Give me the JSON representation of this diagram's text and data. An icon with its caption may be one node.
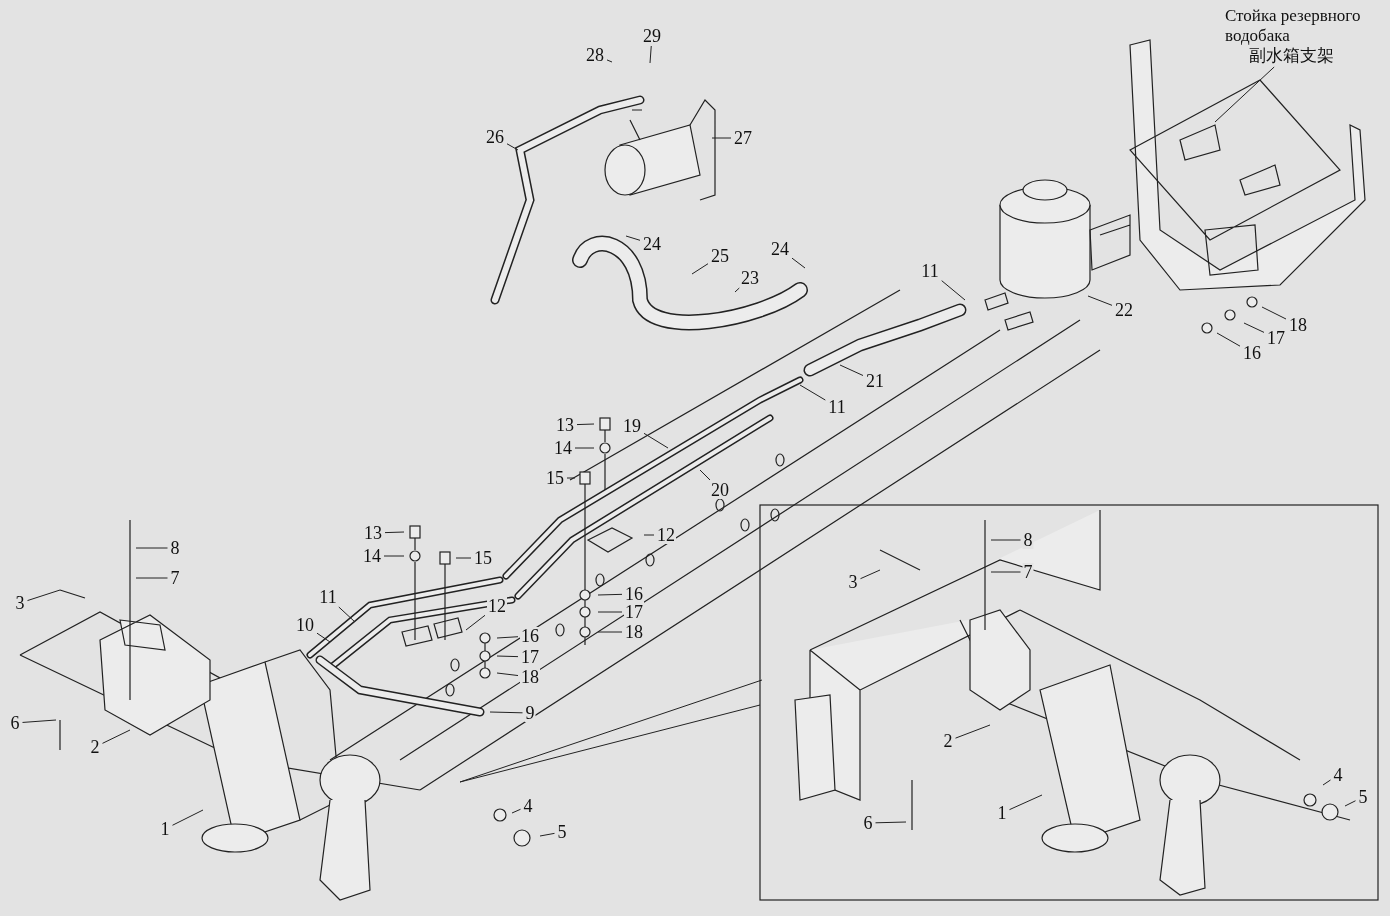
{
  "diagram": {
    "nodes": [
      {
        "text": [
          "Стойка резервного водобака",
          "副水箱支架"
        ]
      },
      {
        "text": [
          "29"
        ]
      },
      {
        "text": [
          "28"
        ]
      },
      {
        "text": [
          "26"
        ]
      },
      {
        "text": [
          "27"
        ]
      },
      {
        "text": [
          "24"
        ]
      },
      {
        "text": [
          "25"
        ]
      },
      {
        "text": [
          "24"
        ]
      },
      {
        "text": [
          "23"
        ]
      },
      {
        "text": [
          "11"
        ]
      },
      {
        "text": [
          "22"
        ]
      },
      {
        "text": [
          "18"
        ]
      },
      {
        "text": [
          "17"
        ]
      },
      {
        "text": [
          "16"
        ]
      },
      {
        "text": [
          "21"
        ]
      },
      {
        "text": [
          "11"
        ]
      },
      {
        "text": [
          "13"
        ]
      },
      {
        "text": [
          "19"
        ]
      },
      {
        "text": [
          "14"
        ]
      },
      {
        "text": [
          "15"
        ]
      },
      {
        "text": [
          "20"
        ]
      },
      {
        "text": [
          "12"
        ]
      },
      {
        "text": [
          "13"
        ]
      },
      {
        "text": [
          "14"
        ]
      },
      {
        "text": [
          "15"
        ]
      },
      {
        "text": [
          "16"
        ]
      },
      {
        "text": [
          "17"
        ]
      },
      {
        "text": [
          "18"
        ]
      },
      {
        "text": [
          "11"
        ]
      },
      {
        "text": [
          "12"
        ]
      },
      {
        "text": [
          "10"
        ]
      },
      {
        "text": [
          "16"
        ]
      },
      {
        "text": [
          "17"
        ]
      },
      {
        "text": [
          "18"
        ]
      },
      {
        "text": [
          "9"
        ]
      },
      {
        "text": [
          "8"
        ]
      },
      {
        "text": [
          "7"
        ]
      },
      {
        "text": [
          "3"
        ]
      },
      {
        "text": [
          "6"
        ]
      },
      {
        "text": [
          "2"
        ]
      },
      {
        "text": [
          "1"
        ]
      },
      {
        "text": [
          "4"
        ]
      },
      {
        "text": [
          "5"
        ]
      },
      {
        "text": [
          "8"
        ]
      },
      {
        "text": [
          "7"
        ]
      },
      {
        "text": [
          "3"
        ]
      },
      {
        "text": [
          "2"
        ]
      },
      {
        "text": [
          "6"
        ]
      },
      {
        "text": [
          "1"
        ]
      },
      {
        "text": [
          "4"
        ]
      },
      {
        "text": [
          "5"
        ]
      }
    ],
    "edges": [
      {
        "from": 0,
        "to": null,
        "arrow": "none"
      },
      {
        "from": 1,
        "to": null,
        "arrow": "none"
      },
      {
        "from": 2,
        "to": null,
        "arrow": "none"
      },
      {
        "from": 3,
        "to": null,
        "arrow": "none"
      },
      {
        "from": 4,
        "to": null,
        "arrow": "none"
      },
      {
        "from": 5,
        "to": null,
        "arrow": "none"
      },
      {
        "from": 6,
        "to": null,
        "arrow": "none"
      },
      {
        "from": 7,
        "to": null,
        "arrow": "none"
      },
      {
        "from": 8,
        "to": null,
        "arrow": "none"
      },
      {
        "from": 9,
        "to": null,
        "arrow": "none"
      },
      {
        "from": 10,
        "to": null,
        "arrow": "none"
      },
      {
        "from": 11,
        "to": null,
        "arrow": "none"
      },
      {
        "from": 12,
        "to": null,
        "arrow": "none"
      },
      {
        "from": 13,
        "to": null,
        "arrow": "none"
      },
      {
        "from": 14,
        "to": null,
        "arrow": "none"
      },
      {
        "from": 15,
        "to": null,
        "arrow": "none"
      },
      {
        "from": 16,
        "to": null,
        "arrow": "none"
      },
      {
        "from": 17,
        "to": null,
        "arrow": "none"
      },
      {
        "from": 18,
        "to": null,
        "arrow": "none"
      },
      {
        "from": 19,
        "to": null,
        "arrow": "none"
      },
      {
        "from": 20,
        "to": null,
        "arrow": "none"
      },
      {
        "from": 21,
        "to": null,
        "arrow": "none"
      },
      {
        "from": 22,
        "to": null,
        "arrow": "none"
      },
      {
        "from": 23,
        "to": null,
        "arrow": "none"
      },
      {
        "from": 24,
        "to": null,
        "arrow": "none"
      },
      {
        "from": 25,
        "to": null,
        "arrow": "none"
      },
      {
        "from": 26,
        "to": null,
        "arrow": "none"
      },
      {
        "from": 27,
        "to": null,
        "arrow": "none"
      },
      {
        "from": 28,
        "to": null,
        "arrow": "none"
      },
      {
        "from": 29,
        "to": null,
        "arrow": "none"
      },
      {
        "from": 30,
        "to": null,
        "arrow": "none"
      },
      {
        "from": 31,
        "to": null,
        "arrow": "none"
      },
      {
        "from": 32,
        "to": null,
        "arrow": "none"
      },
      {
        "from": 33,
        "to": null,
        "arrow": "none"
      },
      {
        "from": 34,
        "to": null,
        "arrow": "none"
      },
      {
        "from": 35,
        "to": null,
        "arrow": "none"
      },
      {
        "from": 36,
        "to": null,
        "arrow": "none"
      },
      {
        "from": 37,
        "to": null,
        "arrow": "none"
      },
      {
        "from": 38,
        "to": null,
        "arrow": "none"
      },
      {
        "from": 39,
        "to": null,
        "arrow": "none"
      },
      {
        "from": 40,
        "to": null,
        "arrow": "none"
      },
      {
        "from": 41,
        "to": null,
        "arrow": "none"
      },
      {
        "from": 42,
        "to": null,
        "arrow": "none"
      },
      {
        "from": 43,
        "to": null,
        "arrow": "none"
      },
      {
        "from": 44,
        "to": null,
        "arrow": "none"
      },
      {
        "from": 45,
        "to": null,
        "arrow": "none"
      },
      {
        "from": 46,
        "to": null,
        "arrow": "none"
      },
      {
        "from": 47,
        "to": null,
        "arrow": "none"
      },
      {
        "from": 48,
        "to": null,
        "arrow": "none"
      },
      {
        "from": 49,
        "to": null,
        "arrow": "none"
      },
      {
        "from": 50,
        "to": null,
        "arrow": "none"
      }
    ]
  }
}
